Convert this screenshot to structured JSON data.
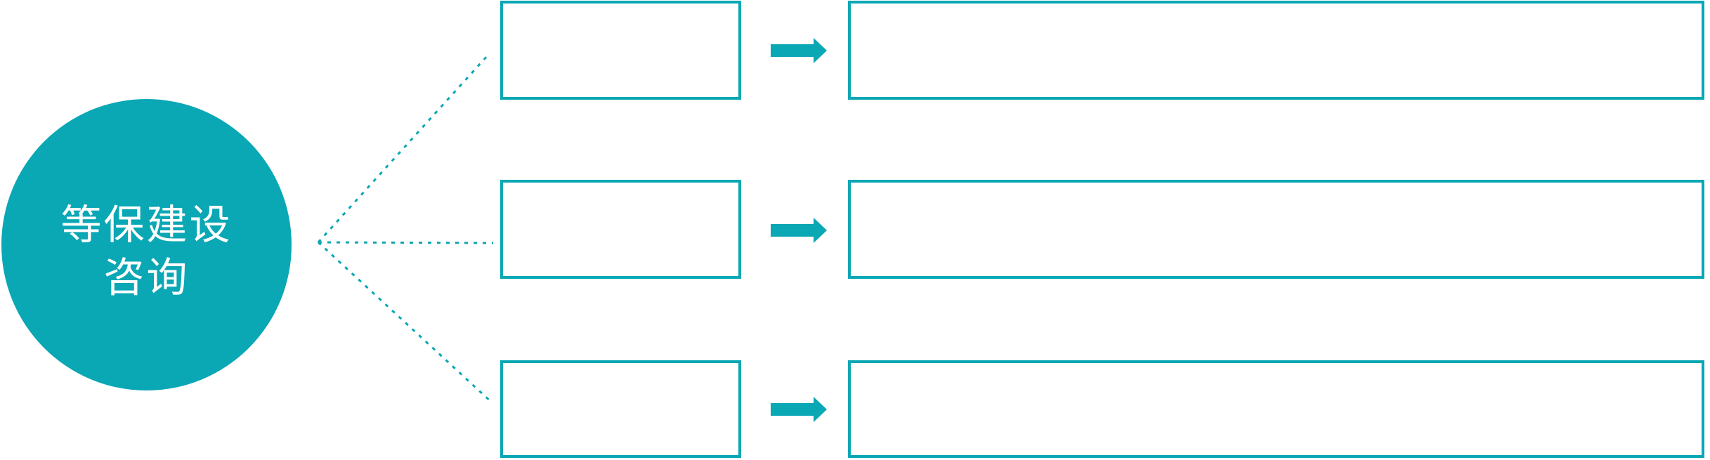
{
  "diagram": {
    "hub": {
      "label_line1": "等保建设",
      "label_line2": "咨询"
    },
    "rows": [
      {
        "step_text": "",
        "detail_text": ""
      },
      {
        "step_text": "",
        "detail_text": ""
      },
      {
        "step_text": "",
        "detail_text": ""
      }
    ],
    "icons": {
      "arrow": "right-arrow-icon",
      "connector": "dotted-connector-line"
    },
    "colors": {
      "accent": "#0aa7b5",
      "hub_text": "#ffffff",
      "box_fill": "#ffffff",
      "background": "#ffffff"
    }
  }
}
